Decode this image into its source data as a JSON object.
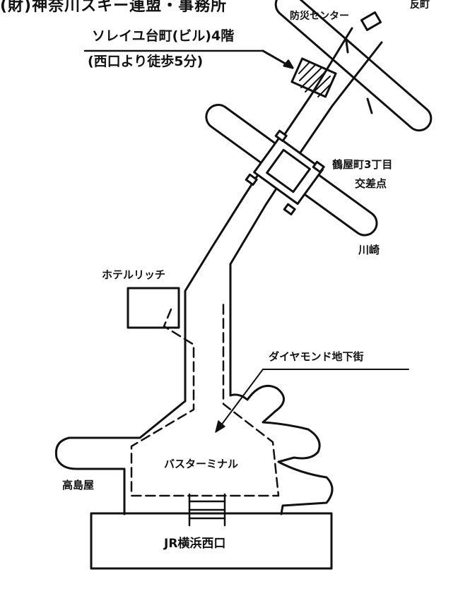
{
  "title": "(財)神奈川スキー連盟・事務所",
  "building": {
    "name": "ソレイユ台町(ビル)4階",
    "access": "(西口より徒歩5分)"
  },
  "labels": {
    "bousai": "防災センター",
    "tanmachi": "反町",
    "tsuruya": "鶴屋町3丁目",
    "kousaten": "交差点",
    "kawasaki": "川崎",
    "hotel": "ホテルリッチ",
    "diamond": "ダイヤモンド地下街",
    "bus": "バスターミナル",
    "takashimaya": "高島屋",
    "station": "JR横浜西口"
  }
}
